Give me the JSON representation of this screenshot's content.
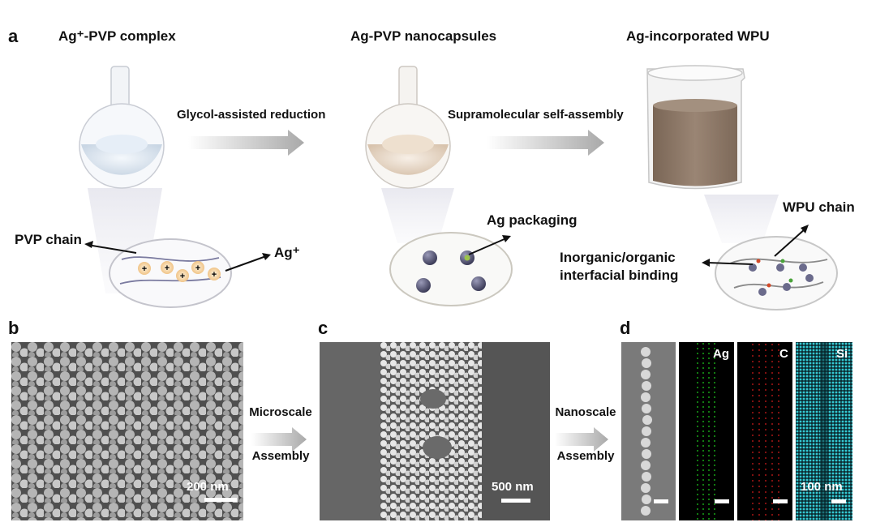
{
  "panels": {
    "a": {
      "letter": "a",
      "titles": [
        "Ag⁺-PVP complex",
        "Ag-PVP nanocapsules",
        "Ag-incorporated WPU"
      ],
      "arrow1_label": "Glycol-assisted reduction",
      "arrow2_label": "Supramolecular self-assembly",
      "callouts": {
        "pvp_chain": "PVP chain",
        "ag_ion": "Ag⁺",
        "ag_packaging": "Ag packaging",
        "wpu_chain": "WPU chain",
        "binding_line1": "Inorganic/organic",
        "binding_line2": "interfacial binding"
      }
    },
    "b": {
      "letter": "b",
      "scale": "200 nm"
    },
    "c": {
      "letter": "c",
      "scale": "500 nm"
    },
    "d": {
      "letter": "d",
      "maps": [
        "Ag",
        "C",
        "Si"
      ],
      "scale": "100 nm"
    },
    "transitions": {
      "micro_line1": "Microscale",
      "micro_line2": "Assembly",
      "nano_line1": "Nanoscale",
      "nano_line2": "Assembly"
    }
  },
  "colors": {
    "arrow_gray": "#b8b8b8",
    "solution_blue": "#b9cbe0",
    "solution_tan": "#c9ad90",
    "wpu_brown": "#8f7a68",
    "ag_green": "#1fd21f",
    "c_red": "#d91a1a",
    "si_cyan": "#35c9d3"
  }
}
